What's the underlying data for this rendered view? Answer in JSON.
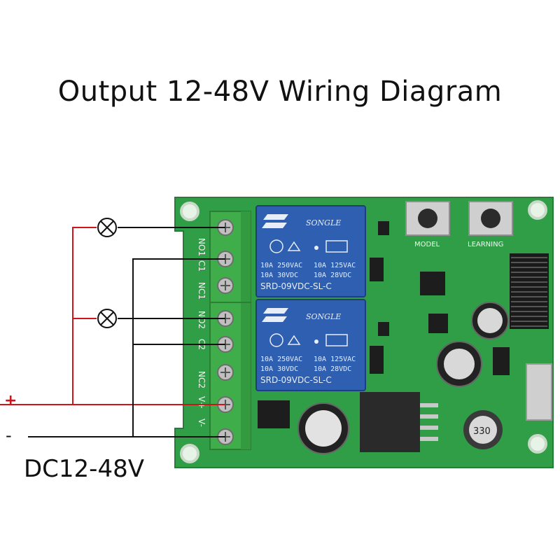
{
  "title": "Output 12-48V Wiring Diagram",
  "supply": {
    "label": "DC12-48V",
    "plus": "+",
    "minus": "-"
  },
  "terminals": [
    "NO1",
    "C1",
    "NC1",
    "NO2",
    "C2",
    "NC2",
    "V+",
    "V-"
  ],
  "relays": [
    {
      "brand": "SONGLE",
      "rating_left_1": "10A 250VAC",
      "rating_left_2": "10A 30VDC",
      "rating_right_1": "10A 125VAC",
      "rating_right_2": "10A 28VDC",
      "model": "SRD-09VDC-SL-C"
    },
    {
      "brand": "SONGLE",
      "rating_left_1": "10A 250VAC",
      "rating_left_2": "10A 30VDC",
      "rating_right_1": "10A 125VAC",
      "rating_right_2": "10A 28VDC",
      "model": "SRD-09VDC-SL-C"
    }
  ],
  "buttons": {
    "model": "MODEL",
    "learning": "LEARNING"
  },
  "inductor_marking": "330",
  "colors": {
    "positive_wire": "#d0141a",
    "negative_wire": "#111111",
    "pcb": "#2f9e46",
    "terminal_block": "#3fae4a",
    "relay": "#2f5fb0"
  }
}
